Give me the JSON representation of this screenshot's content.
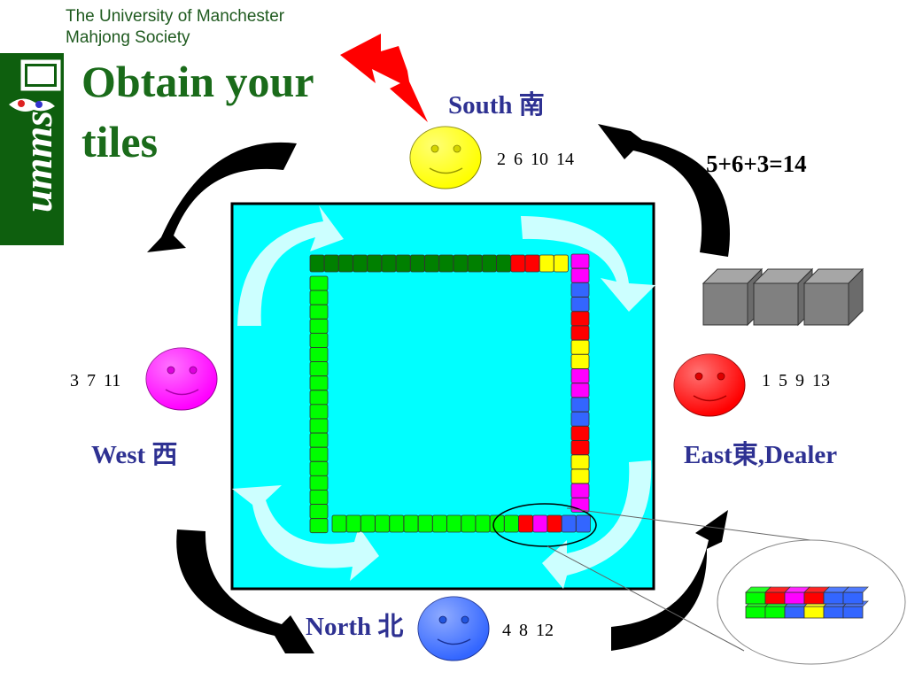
{
  "header": {
    "org_line1": "The University of Manchester",
    "org_line2": "Mahjong Society",
    "title": "Obtain your tiles"
  },
  "logo": {
    "letters": "umms",
    "icon": "mahjong-society-logo-icon"
  },
  "winds": {
    "south": {
      "label": "South 南",
      "numbers": "2 6 10 14",
      "color": "#ffff00"
    },
    "west": {
      "label": "West 西",
      "numbers": "3 7 11",
      "color": "#ff00ff"
    },
    "east": {
      "label": "East東,Dealer",
      "numbers": "1 5 9 13",
      "color": "#ff0000"
    },
    "north": {
      "label": "North 北",
      "numbers": "4 8 12",
      "color": "#3366ff"
    }
  },
  "formula": "5+6+3=14",
  "colors": {
    "table": "#00ffff",
    "wall_dark_green": "#008000",
    "wall_green": "#00ff00",
    "red": "#ff0000",
    "yellow": "#ffff00",
    "magenta": "#ff00ff",
    "blue": "#3366ff",
    "dice": "#808080",
    "arrow_inner": "#ccffff",
    "arrow_outer": "#000000",
    "lightning": "#ff0000"
  },
  "icons": {
    "lightning": "lightning-icon",
    "dice": "dice-icon",
    "smiley": "smiley-face-icon",
    "arrow": "curved-arrow-icon",
    "magnifier": "zoom-detail-icon"
  }
}
